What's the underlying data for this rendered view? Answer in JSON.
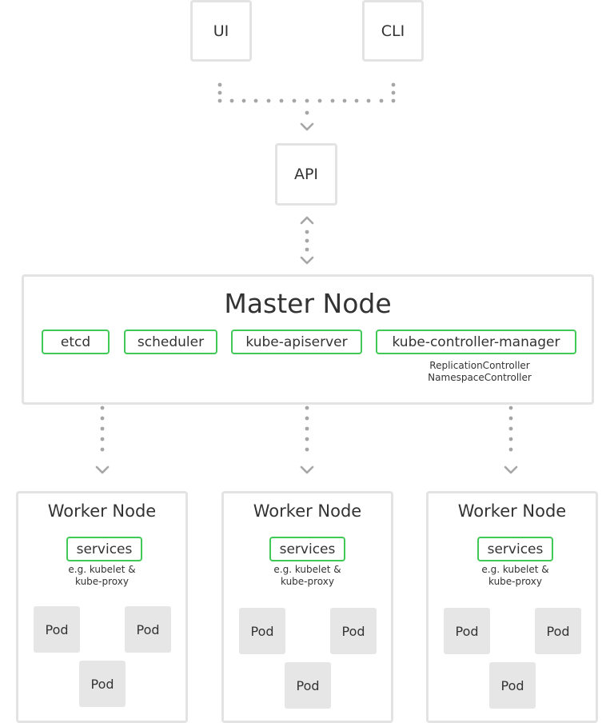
{
  "clients": {
    "ui": "UI",
    "cli": "CLI"
  },
  "api": {
    "label": "API"
  },
  "master": {
    "title": "Master Node",
    "components": [
      "etcd",
      "scheduler",
      "kube-apiserver",
      "kube-controller-manager"
    ],
    "controllers": [
      "ReplicationController",
      "NamespaceController"
    ]
  },
  "workers": [
    {
      "title": "Worker Node",
      "services": "services",
      "note": [
        "e.g. kubelet &",
        "kube-proxy"
      ],
      "pods": [
        "Pod",
        "Pod",
        "Pod"
      ]
    },
    {
      "title": "Worker Node",
      "services": "services",
      "note": [
        "e.g. kubelet &",
        "kube-proxy"
      ],
      "pods": [
        "Pod",
        "Pod",
        "Pod"
      ]
    },
    {
      "title": "Worker Node",
      "services": "services",
      "note": [
        "e.g. kubelet &",
        "kube-proxy"
      ],
      "pods": [
        "Pod",
        "Pod",
        "Pod"
      ]
    }
  ],
  "colors": {
    "box_border": "#e3e3e3",
    "accent_green": "#40c957",
    "pod_fill": "#e6e6e6",
    "connector": "#a6a6a6",
    "text": "#333333"
  }
}
